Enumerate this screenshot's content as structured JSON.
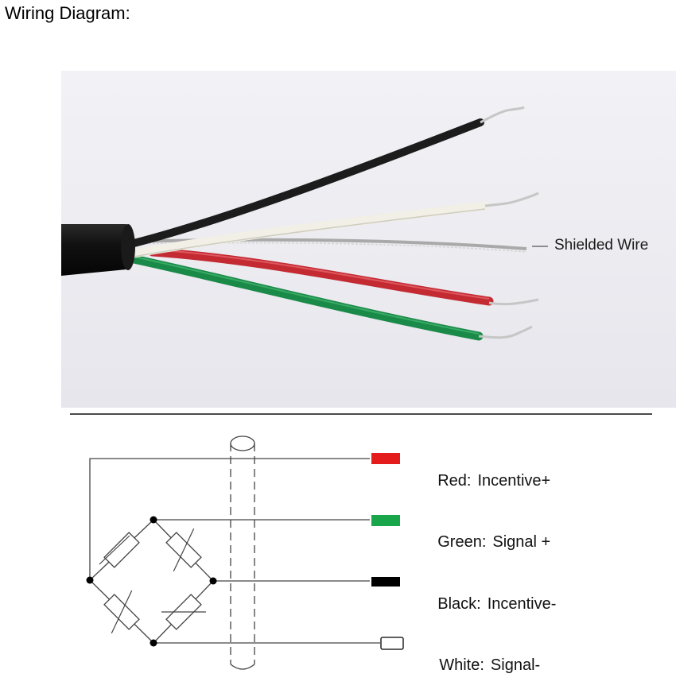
{
  "title": "Wiring Diagram:",
  "photo": {
    "callout": "Shielded Wire",
    "wire_colors": {
      "black": "#1c1c1c",
      "white": "#f1efe6",
      "red": "#c42a32",
      "green": "#1a8a48",
      "jacket": "#141414",
      "shield": "#b9b9b9",
      "copper_tip": "#c8c8c8",
      "background": "#ececf1"
    }
  },
  "legend": [
    {
      "name": "Red:",
      "function": "Incentive+",
      "swatch": "#e51c1c",
      "icon": "red-swatch"
    },
    {
      "name": "Green:",
      "function": "Signal +",
      "swatch": "#19a64a",
      "icon": "green-swatch"
    },
    {
      "name": "Black:",
      "function": "Incentive-",
      "swatch": "#000000",
      "icon": "black-swatch"
    },
    {
      "name": "White:",
      "function": "Signal-",
      "swatch": "#ffffff",
      "icon": "white-swatch"
    }
  ]
}
